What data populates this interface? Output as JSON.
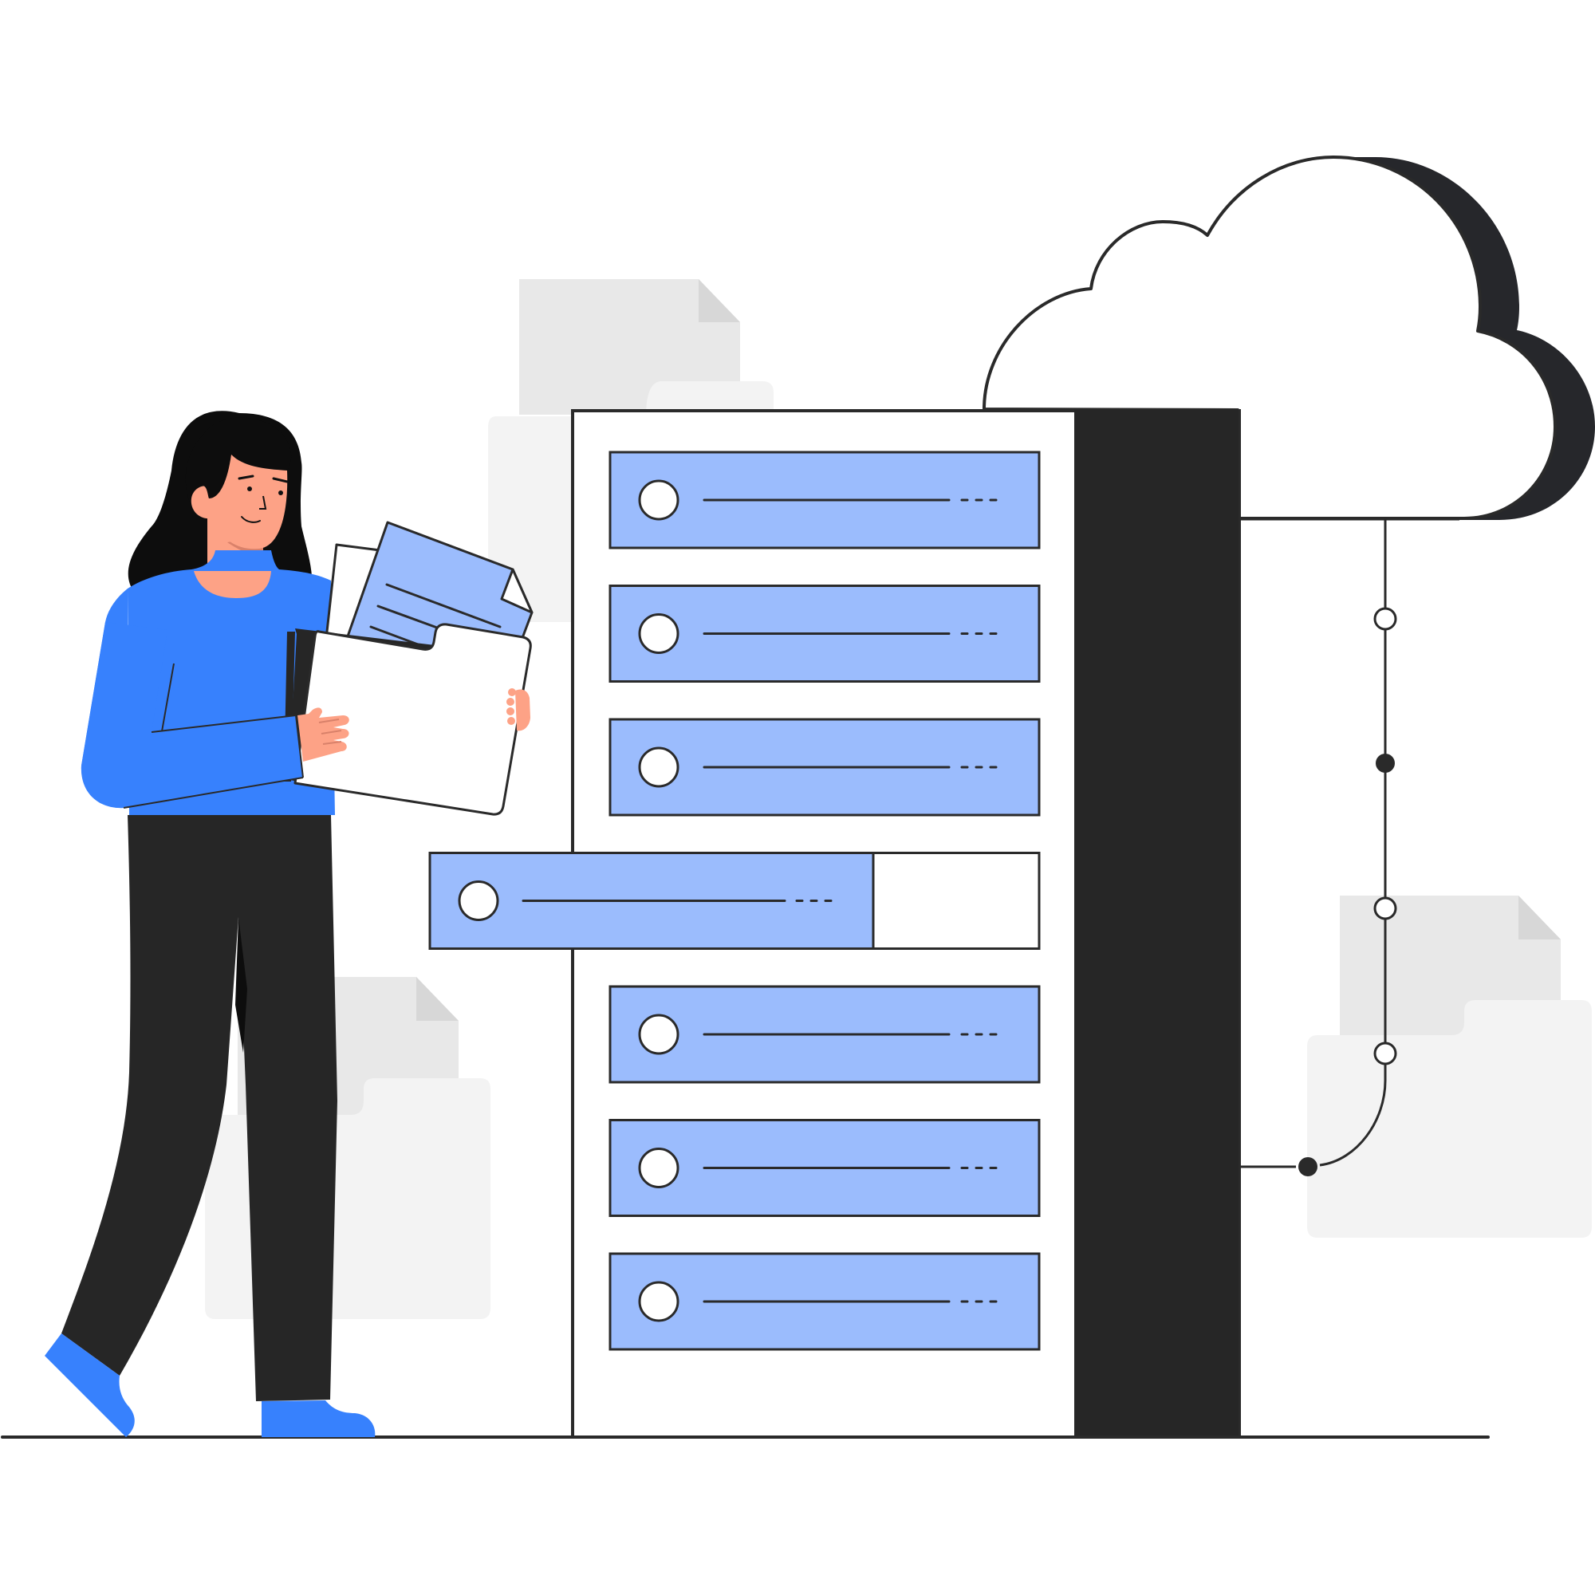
{
  "scene": {
    "description_free": true
  },
  "colors": {
    "background": "#ffffff",
    "outline": "#2a2a2a",
    "rack_dark": "#262626",
    "drive_blue": "#9bbcfd",
    "shirt_blue": "#3781fd",
    "pants_dark": "#262626",
    "skin": "#fda286",
    "hair": "#0d0d0d",
    "doc_gray_light": "#f3f3f3",
    "doc_gray": "#e8e8e8",
    "doc_fold": "#d7d7d7"
  },
  "icons": {
    "cloud": "cloud-icon",
    "server": "server-rack-icon",
    "folder": "folder-icon",
    "document": "document-icon",
    "person": "person-figure"
  },
  "rack": {
    "drive_count": 7,
    "ejected_drive_index": 3
  },
  "connector": {
    "node_count": 5
  }
}
